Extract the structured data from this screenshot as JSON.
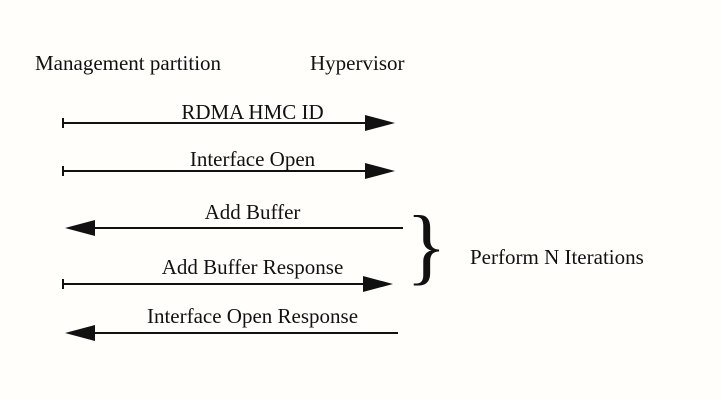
{
  "diagram": {
    "actors": [
      {
        "label": "Management partition"
      },
      {
        "label": "Hypervisor"
      }
    ],
    "messages": [
      {
        "label": "RDMA HMC ID",
        "direction": "right"
      },
      {
        "label": "Interface Open",
        "direction": "right"
      },
      {
        "label": "Add Buffer",
        "direction": "left"
      },
      {
        "label": "Add Buffer Response",
        "direction": "right"
      },
      {
        "label": "Interface Open Response",
        "direction": "left"
      }
    ],
    "iteration_group": {
      "brace_glyph": "}",
      "label": "Perform N Iterations"
    },
    "colors": {
      "background": "#fffefb",
      "ink": "#111111"
    }
  }
}
